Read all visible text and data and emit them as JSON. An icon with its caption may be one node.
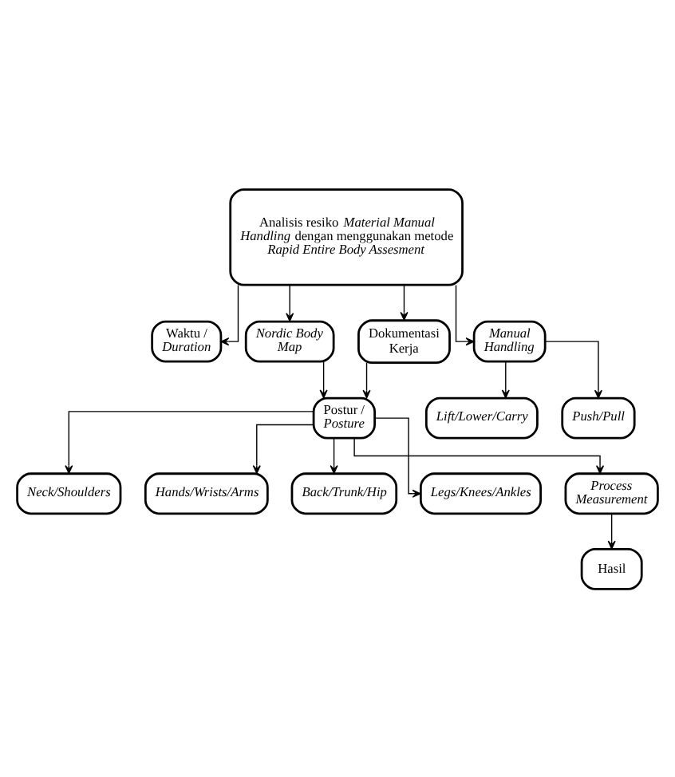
{
  "diagram": {
    "nodes": [
      {
        "text": [
          "Analisis resiko *Material Manual Handling* dengan menggunakan metode *Rapid Entire Body Assesment*"
        ]
      },
      {
        "text": [
          "Waktu / *Duration*"
        ]
      },
      {
        "text": [
          "Nordic Body Map"
        ]
      },
      {
        "text": [
          "Dokumentasi Kerja"
        ]
      },
      {
        "text": [
          "Manual Handling"
        ]
      },
      {
        "text": [
          "Postur / *Posture*"
        ]
      },
      {
        "text": [
          "Lift/Lower/Carry"
        ]
      },
      {
        "text": [
          "Push/Pull"
        ]
      },
      {
        "text": [
          "Neck/Shoulders"
        ]
      },
      {
        "text": [
          "Hands/Wrists/Arms"
        ]
      },
      {
        "text": [
          "Back/Trunk/Hip"
        ]
      },
      {
        "text": [
          "Legs/Knees/Ankles"
        ]
      },
      {
        "text": [
          "Process Measurement"
        ]
      },
      {
        "text": [
          "Hasil"
        ]
      }
    ],
    "edges": [
      {
        "from": 0,
        "to": 1,
        "arrow": "to"
      },
      {
        "from": 0,
        "to": 2,
        "arrow": "to"
      },
      {
        "from": 0,
        "to": 3,
        "arrow": "to"
      },
      {
        "from": 0,
        "to": 4,
        "arrow": "to"
      },
      {
        "from": 2,
        "to": 5,
        "arrow": "to"
      },
      {
        "from": 3,
        "to": 5,
        "arrow": "to"
      },
      {
        "from": 4,
        "to": 6,
        "arrow": "to"
      },
      {
        "from": 4,
        "to": 7,
        "arrow": "to"
      },
      {
        "from": 5,
        "to": 8,
        "arrow": "to"
      },
      {
        "from": 5,
        "to": 9,
        "arrow": "to"
      },
      {
        "from": 5,
        "to": 10,
        "arrow": "to"
      },
      {
        "from": 5,
        "to": 11,
        "arrow": "to"
      },
      {
        "from": 5,
        "to": 12,
        "arrow": "to"
      },
      {
        "from": 12,
        "to": 13,
        "arrow": "to"
      }
    ]
  }
}
